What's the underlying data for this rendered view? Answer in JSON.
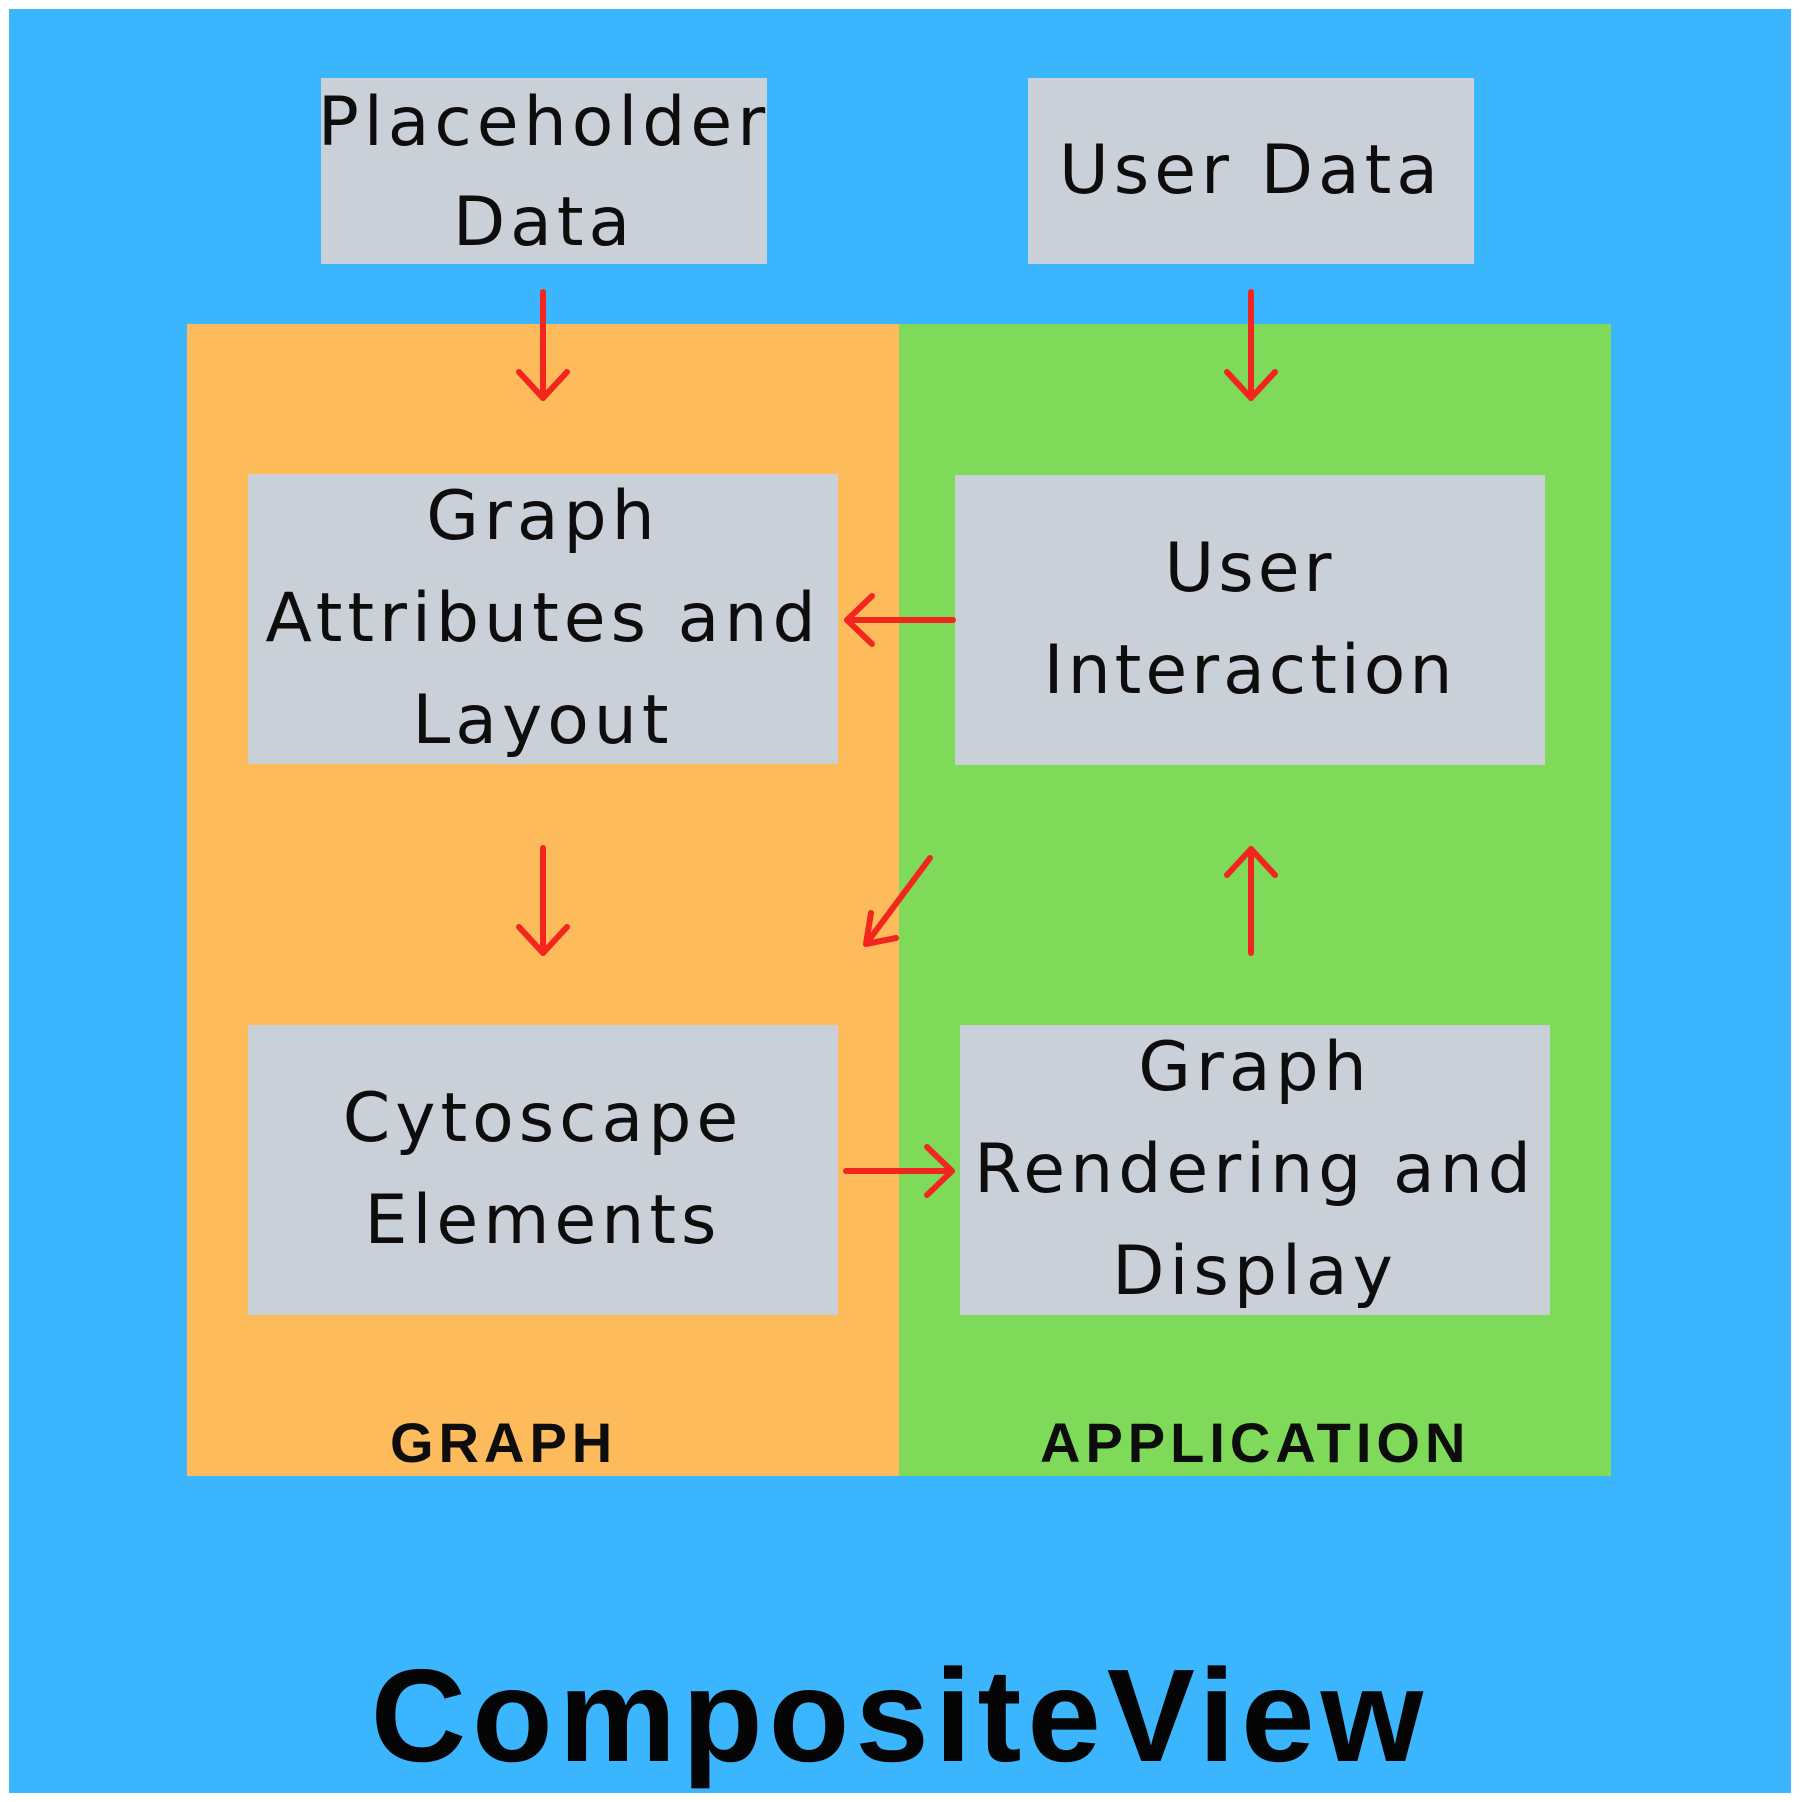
{
  "diagram": {
    "title": "CompositeView",
    "panels": {
      "graph_label": "GRAPH",
      "application_label": "APPLICATION"
    },
    "nodes": {
      "placeholder_data": "Placeholder\nData",
      "user_data": "User Data",
      "graph_attributes_layout": "Graph\nAttributes and\nLayout",
      "user_interaction": "User Interaction",
      "cytoscape_elements": "Cytoscape\nElements",
      "graph_rendering_display": "Graph\nRendering and\nDisplay"
    },
    "edges": [
      {
        "from": "Placeholder Data",
        "to": "Graph Attributes and Layout"
      },
      {
        "from": "User Data",
        "to": "User Interaction"
      },
      {
        "from": "User Interaction",
        "to": "Graph Attributes and Layout"
      },
      {
        "from": "Graph Attributes and Layout",
        "to": "Cytoscape Elements"
      },
      {
        "from": "User Interaction",
        "to": "Cytoscape Elements"
      },
      {
        "from": "Graph Rendering and Display",
        "to": "User Interaction"
      },
      {
        "from": "Cytoscape Elements",
        "to": "Graph Rendering and Display"
      }
    ],
    "colors": {
      "background": "#3bb5fd",
      "graph_panel": "#fdbb5c",
      "application_panel": "#7fda5a",
      "node": "#cad0d8",
      "arrow": "#f2261e"
    }
  }
}
